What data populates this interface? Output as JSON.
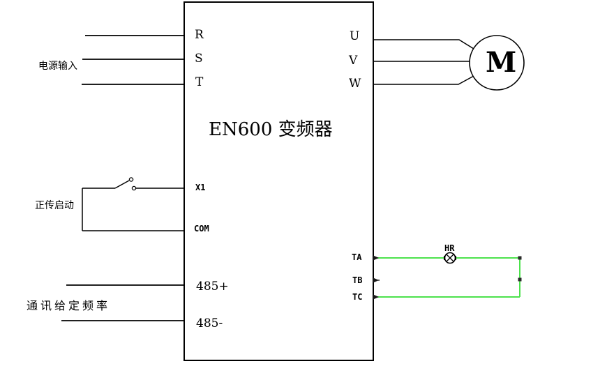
{
  "diagram": {
    "title": "EN600 变频器",
    "labels": {
      "power_input": "电源输入",
      "forward_start": "正传启动",
      "comm_freq_ref": "通讯给定频率"
    },
    "terminals": {
      "r": "R",
      "s": "S",
      "t": "T",
      "u": "U",
      "v": "V",
      "w": "W",
      "x1": "X1",
      "com": "COM",
      "rs485_plus": "485+",
      "rs485_minus": "485-",
      "ta": "TA",
      "tb": "TB",
      "tc": "TC"
    },
    "motor_label": "M",
    "lamp_label": "HR",
    "colors": {
      "wire_black": "#000000",
      "relay_wire_green": "#4ce24c",
      "background": "#ffffff"
    }
  }
}
